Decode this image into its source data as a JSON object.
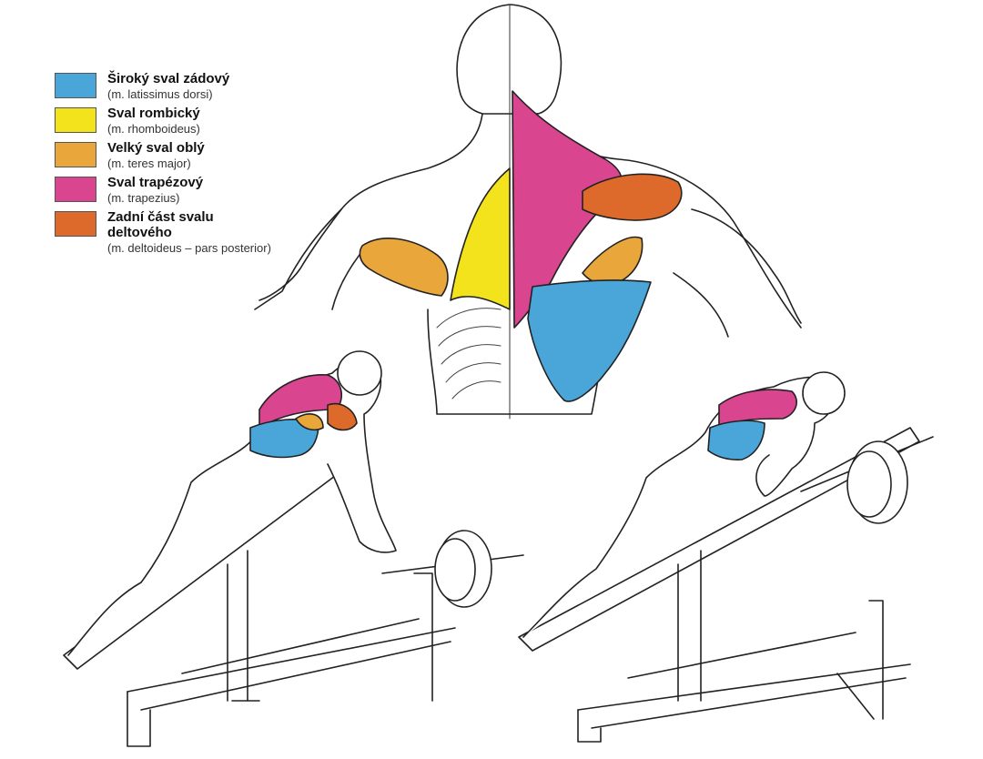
{
  "legend": [
    {
      "name": "Široký sval zádový",
      "latin": "(m. latissimus dorsi)",
      "color": "#4aa6d8",
      "muscle": "latissimus"
    },
    {
      "name": "Sval rombický",
      "latin": "(m. rhomboideus)",
      "color": "#f2e31c",
      "muscle": "rhomboid"
    },
    {
      "name": "Velký sval oblý",
      "latin": "(m. teres major)",
      "color": "#e9a63a",
      "muscle": "teres"
    },
    {
      "name": "Sval trapézový",
      "latin": "(m. trapezius)",
      "color": "#d9458f",
      "muscle": "trapezius"
    },
    {
      "name": "Zadní část svalu deltového",
      "latin": "(m. deltoideus – pars posterior)",
      "color": "#dd6a2a",
      "muscle": "deltoid"
    }
  ],
  "colors": {
    "outline": "#222222",
    "skin": "#ffffff",
    "latissimus": "#4aa6d8",
    "rhomboid": "#f2e31c",
    "teres": "#e9a63a",
    "trapezius": "#d9458f",
    "deltoid": "#dd6a2a"
  }
}
